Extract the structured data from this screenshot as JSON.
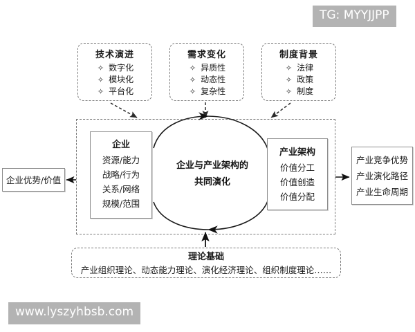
{
  "watermarks": {
    "tag": "TG: MYYJJPP",
    "url": "www.lyszyhbsb.com"
  },
  "colors": {
    "background": "#ffffff",
    "box_border": "#8c8c8c",
    "dashed_border": "#7a7a7a",
    "text": "#1a1a1a",
    "watermark_bg": "#b3b3b3",
    "watermark_text": "#ffffff",
    "arrow": "#111111"
  },
  "drivers": [
    {
      "id": "tech",
      "title": "技术演进",
      "bullets": [
        "数字化",
        "模块化",
        "平台化"
      ],
      "bullet_glyph": "✧"
    },
    {
      "id": "demand",
      "title": "需求变化",
      "bullets": [
        "异质性",
        "动态性",
        "复杂性"
      ],
      "bullet_glyph": "✧"
    },
    {
      "id": "institution",
      "title": "制度背景",
      "bullets": [
        "法律",
        "政策",
        "制度"
      ],
      "bullet_glyph": "✧"
    }
  ],
  "core": {
    "firm": {
      "title": "企业",
      "lines": [
        "资源/能力",
        "战略/行为",
        "关系/网络",
        "规模/范围"
      ]
    },
    "cycle": {
      "line1": "企业与产业架构的",
      "line2": "共同演化",
      "direction": "clockwise"
    },
    "architecture": {
      "title": "产业架构",
      "lines": [
        "价值分工",
        "价值创造",
        "价值分配"
      ]
    }
  },
  "outcomes": {
    "left": {
      "label": "企业优势/价值"
    },
    "right": {
      "lines": [
        "产业竞争优势",
        "产业演化路径",
        "产业生命周期"
      ]
    }
  },
  "foundation": {
    "title": "理论基础",
    "body": "产业组织理论、动态能力理论、演化经济理论、组织制度理论……"
  }
}
